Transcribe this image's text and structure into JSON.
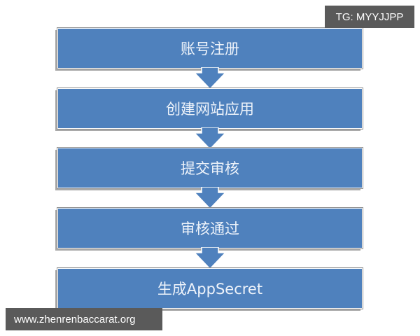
{
  "flow": {
    "steps": [
      {
        "label": "账号注册"
      },
      {
        "label": "创建网站应用"
      },
      {
        "label": "提交审核"
      },
      {
        "label": "审核通过"
      },
      {
        "label": "生成AppSecret"
      }
    ],
    "colors": {
      "box_fill": "#4f81bd",
      "box_text": "#eef3fa",
      "shadow": "#a9a9a9"
    }
  },
  "watermarks": {
    "top_right": "TG: MYYJJPP",
    "bottom_left": "www.zhenrenbaccarat.org"
  }
}
